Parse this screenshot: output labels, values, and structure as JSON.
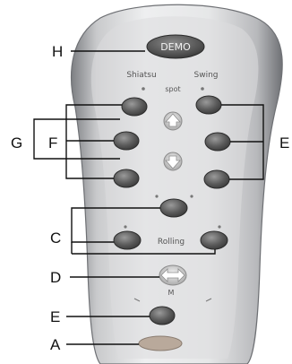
{
  "remote": {
    "demo_label": "DEMO",
    "shiatsu_label": "Shiatsu",
    "swing_label": "Swing",
    "spot_label": "spot",
    "rolling_label": "Rolling",
    "m_label": "M"
  },
  "callouts": {
    "H": "H",
    "G": "G",
    "F": "F",
    "E_right": "E",
    "C": "C",
    "D": "D",
    "E_left": "E",
    "A": "A"
  }
}
